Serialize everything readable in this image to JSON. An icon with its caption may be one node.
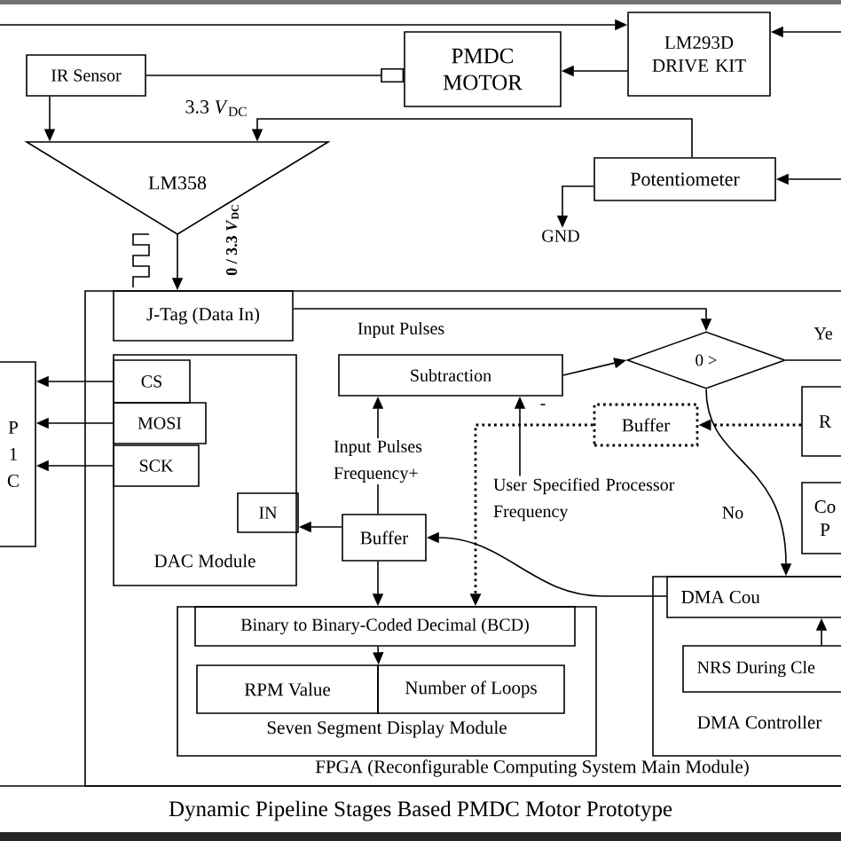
{
  "diagram": {
    "caption": "Dynamic Pipeline Stages Based PMDC Motor Prototype",
    "nodes": [
      {
        "text": [
          "IR Sensor"
        ]
      },
      {
        "text": [
          "PMDC MOTOR"
        ]
      },
      {
        "text": [
          "LM293D DRIVE KIT"
        ]
      },
      {
        "text": [
          "LM358"
        ]
      },
      {
        "text": [
          "Potentiometer"
        ]
      },
      {
        "text": [
          "GND"
        ]
      },
      {
        "text": [
          "FPGA (Reconfigurable Computing System Main Module)"
        ]
      },
      {
        "text": [
          "J-Tag (Data In)"
        ],
        "in": 6
      },
      {
        "text": [
          "P",
          "1",
          "C"
        ]
      },
      {
        "text": [
          "DAC Module"
        ],
        "in": 6
      },
      {
        "text": [
          "CS"
        ],
        "in": 9
      },
      {
        "text": [
          "MOSI"
        ],
        "in": 9
      },
      {
        "text": [
          "SCK"
        ],
        "in": 9
      },
      {
        "text": [
          "IN"
        ],
        "in": 9
      },
      {
        "text": [
          "Subtraction"
        ],
        "in": 6
      },
      {
        "text": [
          "0 >"
        ],
        "in": 6
      },
      {
        "text": [
          "Buffer"
        ],
        "in": 6
      },
      {
        "text": [
          "R"
        ],
        "in": 6
      },
      {
        "text": [
          "Co",
          "P"
        ],
        "in": 6
      },
      {
        "text": [
          "Buffer"
        ],
        "in": 6
      },
      {
        "text": [
          "User Specified Processor Frequency"
        ],
        "in": 6
      },
      {
        "text": [
          "Seven Segment Display Module"
        ],
        "in": 6
      },
      {
        "text": [
          "Binary to Binary-Coded Decimal (BCD)"
        ],
        "in": 21
      },
      {
        "text": [
          "RPM Value"
        ],
        "in": 21
      },
      {
        "text": [
          "Number of Loops"
        ],
        "in": 21
      },
      {
        "text": [
          "DMA Controller"
        ],
        "in": 6
      },
      {
        "text": [
          "DMA Cou"
        ],
        "in": 25
      },
      {
        "text": [
          "NRS During Cle"
        ],
        "in": 25
      }
    ],
    "edges": [
      {
        "from": null,
        "to": 2,
        "arrow": "to"
      },
      {
        "from": null,
        "to": 2,
        "arrow": "to"
      },
      {
        "from": null,
        "to": 4,
        "arrow": "to"
      },
      {
        "from": 2,
        "to": 1,
        "arrow": "to"
      },
      {
        "from": 0,
        "to": 1,
        "arrow": "other"
      },
      {
        "from": 0,
        "to": 3,
        "arrow": "to"
      },
      {
        "from": 4,
        "to": 3,
        "arrow": "to"
      },
      {
        "from": 4,
        "to": 5,
        "arrow": "to"
      },
      {
        "from": 3,
        "to": 7,
        "arrow": "to"
      },
      {
        "from": 7,
        "to": 15,
        "arrow": "to",
        "label": "Input Pulses"
      },
      {
        "from": 14,
        "to": 15,
        "arrow": "to"
      },
      {
        "from": 20,
        "to": 14,
        "arrow": "to",
        "label": "-"
      },
      {
        "from": 19,
        "to": 14,
        "arrow": "to",
        "label": "Input Pulses Frequency+"
      },
      {
        "from": 19,
        "to": 13,
        "arrow": "to"
      },
      {
        "from": 19,
        "to": 22,
        "arrow": "to"
      },
      {
        "from": 22,
        "to": 23,
        "arrow": "to"
      },
      {
        "from": 15,
        "to": 26,
        "arrow": "to",
        "label": "No"
      },
      {
        "from": 15,
        "to": null,
        "arrow": "none",
        "label": "Ye"
      },
      {
        "from": 17,
        "to": 16,
        "arrow": "to",
        "style": "dashed"
      },
      {
        "from": 16,
        "to": 22,
        "arrow": "to",
        "style": "dashed"
      },
      {
        "from": 26,
        "to": 19,
        "arrow": "to"
      },
      {
        "from": 27,
        "to": 26,
        "arrow": "to"
      },
      {
        "from": 10,
        "to": 8,
        "arrow": "to"
      },
      {
        "from": 11,
        "to": 8,
        "arrow": "to"
      },
      {
        "from": 12,
        "to": 8,
        "arrow": "to"
      }
    ],
    "labels": [
      "3.3 *V*$_{DC}$",
      "0 / 3.3 *V*$_{DC}$"
    ]
  }
}
